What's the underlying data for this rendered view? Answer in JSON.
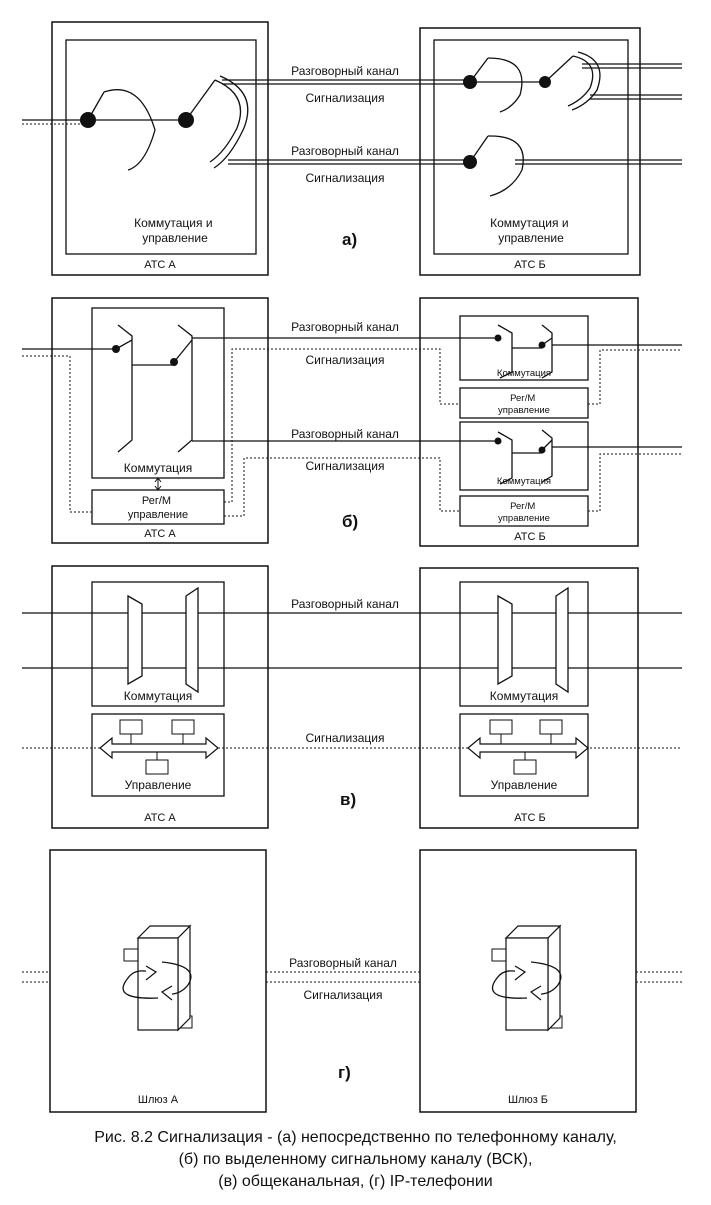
{
  "labels": {
    "voice_channel": "Разговорный канал",
    "signaling": "Сигнализация",
    "switching_and_control": "Коммутация и\nуправление",
    "switching": "Коммутация",
    "reg_control": "Рег/М\nуправление",
    "control": "Управление",
    "exchange_a": "АТС А",
    "exchange_b": "АТС Б",
    "gateway_a": "Шлюз А",
    "gateway_b": "Шлюз Б"
  },
  "panels": {
    "a": "а)",
    "b": "б)",
    "v": "в)",
    "g": "г)"
  },
  "caption": {
    "line1": "Рис. 8.2  Сигнализация - (а) непосредственно по телефонному каналу,",
    "line2": "(б) по выделенному сигнальному каналу (ВСК),",
    "line3": "(в) общеканальная, (г) IP-телефонии"
  }
}
